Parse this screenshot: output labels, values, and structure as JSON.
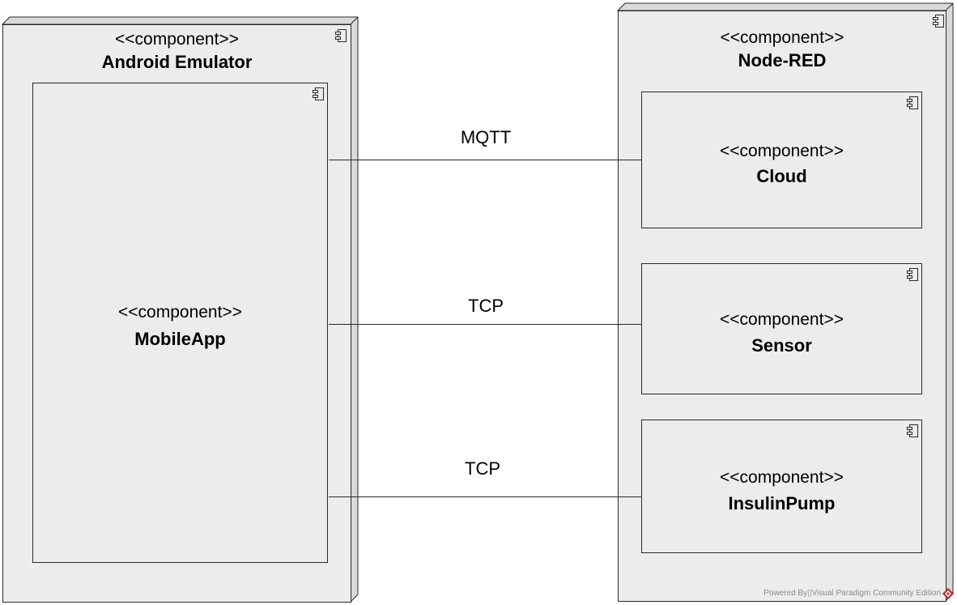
{
  "nodes": {
    "android": {
      "stereotype": "<<component>>",
      "name": "Android Emulator"
    },
    "nodered": {
      "stereotype": "<<component>>",
      "name": "Node-RED"
    }
  },
  "components": {
    "mobileapp": {
      "stereotype": "<<component>>",
      "name": "MobileApp"
    },
    "cloud": {
      "stereotype": "<<component>>",
      "name": "Cloud"
    },
    "sensor": {
      "stereotype": "<<component>>",
      "name": "Sensor"
    },
    "insulinpump": {
      "stereotype": "<<component>>",
      "name": "InsulinPump"
    }
  },
  "connections": [
    {
      "from": "MobileApp",
      "to": "Cloud",
      "label": "MQTT"
    },
    {
      "from": "MobileApp",
      "to": "Sensor",
      "label": "TCP"
    },
    {
      "from": "MobileApp",
      "to": "InsulinPump",
      "label": "TCP"
    }
  ],
  "footer": {
    "text": "Powered By▯Visual Paradigm Community Edition"
  },
  "colors": {
    "fill": "#ececec",
    "stroke": "#2a2a2a",
    "logo": "#c0272d"
  }
}
